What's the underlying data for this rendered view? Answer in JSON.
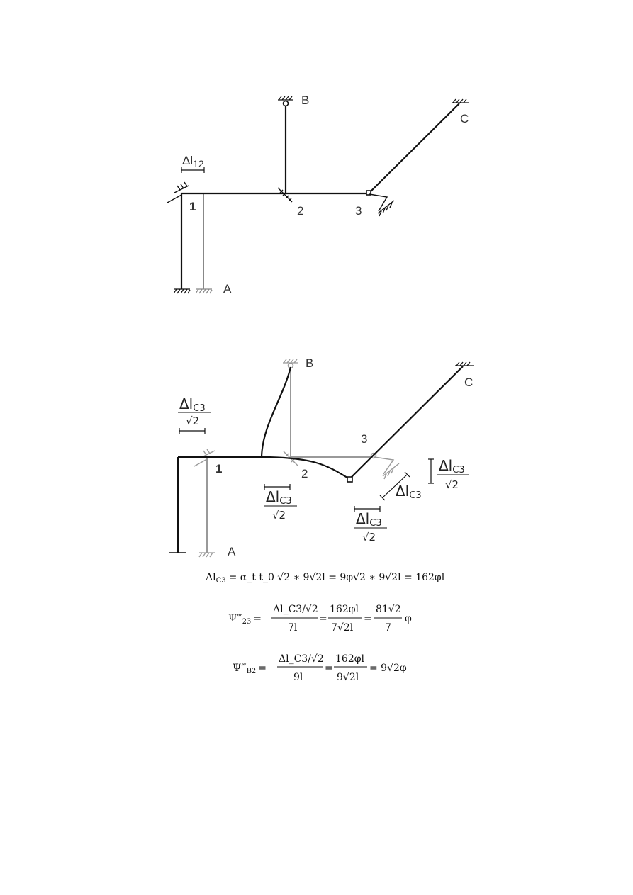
{
  "diagram_top": {
    "nodes": {
      "n1": "1",
      "n2": "2",
      "n3": "3",
      "A": "A",
      "B": "B",
      "C": "C"
    },
    "delta_label": "Δl",
    "delta_sub": "12"
  },
  "diagram_bottom": {
    "nodes": {
      "n1": "1",
      "n2": "2",
      "n3": "3",
      "A": "A",
      "B": "B",
      "C": "C"
    },
    "frac_num": "Δl",
    "frac_sub": "C3",
    "frac_den": "√2",
    "delta_label": "Δl",
    "delta_sub": "C3"
  },
  "equations": {
    "eq1": {
      "lhs": "Δl",
      "lhs_sub": "C3",
      "rhs": "= α_t t_0 √2 ∗ 9√2l = 9φ√2 ∗ 9√2l = 162φl"
    },
    "eq2": {
      "lhs": "Ψ‴",
      "lhs_sub": "23",
      "eq": "=",
      "f1_num": "Δl_C3/√2",
      "f1_den": "7l",
      "f2_num": "162φl",
      "f2_den": "7√2l",
      "f3_num": "81√2",
      "f3_den": "7",
      "tail": "φ"
    },
    "eq3": {
      "lhs": "Ψ‴",
      "lhs_sub": "B2",
      "eq": "=",
      "f1_num": "Δl_C3/√2",
      "f1_den": "9l",
      "f2_num": "162φl",
      "f2_den": "9√2l",
      "tail": "= 9√2φ"
    }
  }
}
